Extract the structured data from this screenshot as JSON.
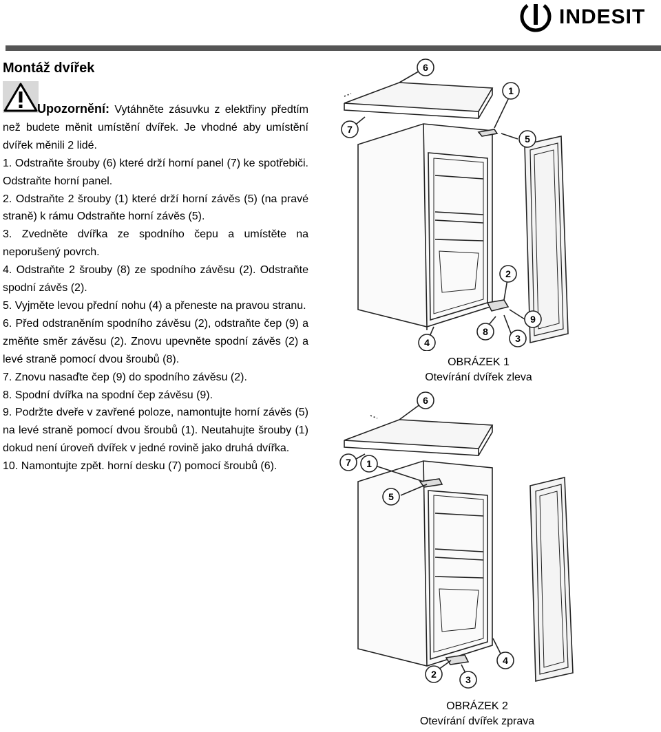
{
  "brand": {
    "logo_text": "INDESIT"
  },
  "section_title": "Montáž dvířek",
  "warning": {
    "label": "Upozornění:",
    "text": "Vytáhněte zásuvku z elektřiny předtím než budete měnit umístění dvířek. Je vhodné aby umístění dvířek měnili 2 lidé."
  },
  "steps": [
    "1. Odstraňte šrouby (6) které drží horní panel (7) ke spotřebiči. Odstraňte horní panel.",
    "2. Odstraňte 2 šrouby (1) které drží horní závěs (5) (na pravé straně) k rámu Odstraňte horní závěs (5).",
    "3. Zvedněte dvířka ze spodního čepu a umístěte na neporušený povrch.",
    "4. Odstraňte 2 šrouby (8) ze spodního závěsu (2). Odstraňte spodní závěs (2).",
    "5. Vyjměte levou přední nohu (4) a přeneste na pravou stranu.",
    "6. Před odstraněním spodního závěsu (2), odstraňte čep (9) a změňte směr závěsu (2). Znovu upevněte spodní závěs (2) a levé straně pomocí dvou šroubů (8).",
    "7. Znovu nasaďte čep (9) do spodního závěsu (2).",
    "8. Spodní dvířka na spodní čep závěsu (9).",
    "9. Podržte dveře v zavřené poloze, namontujte horní závěs (5) na levé straně pomocí dvou šroubů (1). Neutahujte šrouby (1) dokud není úroveň dvířek v jedné rovině jako druhá dvířka.",
    "10. Namontujte zpět. horní desku (7) pomocí šroubů (6)."
  ],
  "figures": [
    {
      "caption_title": "OBRÁZEK 1",
      "caption_sub": "Otevírání dvířek zleva",
      "callouts": [
        "6",
        "7",
        "1",
        "5",
        "2",
        "9",
        "8",
        "3",
        "4"
      ]
    },
    {
      "caption_title": "OBRÁZEK 2",
      "caption_sub": "Otevírání dvířek zprava",
      "callouts": [
        "6",
        "7",
        "1",
        "5",
        "4",
        "2",
        "3"
      ]
    }
  ]
}
